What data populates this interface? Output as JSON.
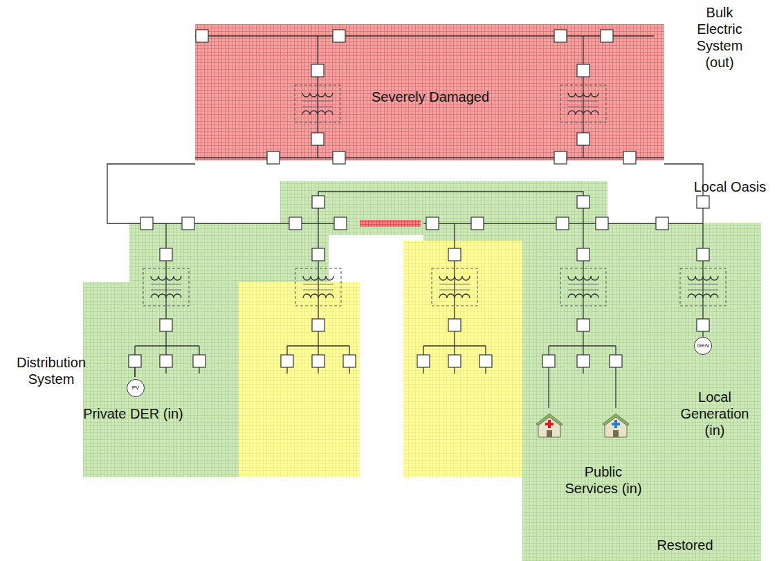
{
  "diagram": {
    "nodes": [
      {
        "text": [
          "Severely Damaged"
        ]
      },
      {
        "text": [
          "Private DER (in)"
        ]
      },
      {
        "text": [
          "PV"
        ],
        "in": 1
      },
      {
        "text": [
          "Public Services (in)",
          "Local Generation (in)",
          "Restored"
        ]
      },
      {
        "text": [
          "GEN"
        ],
        "in": 3
      }
    ],
    "labels": [
      "Bulk Electric System (out)",
      "Local Oasis",
      "Distribution System"
    ]
  }
}
